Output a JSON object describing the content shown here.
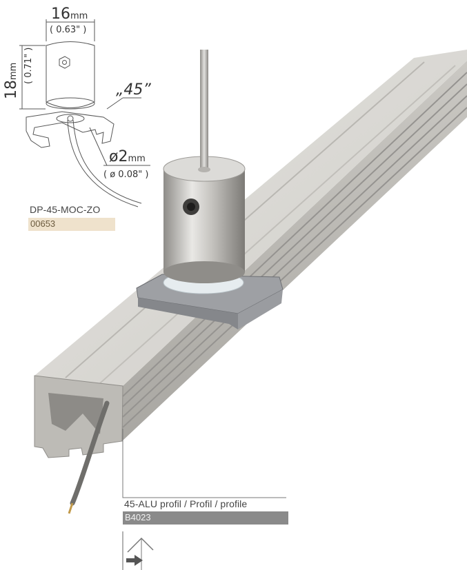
{
  "dimensions": {
    "width": {
      "value": "16",
      "unit": "mm",
      "imperial": "( 0.63\" )"
    },
    "height": {
      "value": "18",
      "unit": "mm",
      "imperial": "( 0.71\" )"
    },
    "type_label": "„45”",
    "cable": {
      "value": "ø2",
      "unit": "mm",
      "imperial": "( ø 0.08\" )"
    }
  },
  "products": [
    {
      "name": "DP-45-MOC-ZO",
      "code": "00653",
      "code_color": "#efe2cc"
    },
    {
      "name": "45-ALU profil / Profil / profile",
      "code": "B4023",
      "code_color": "#8a8a8a"
    }
  ],
  "icons": [
    "mounting-direction-icon"
  ]
}
